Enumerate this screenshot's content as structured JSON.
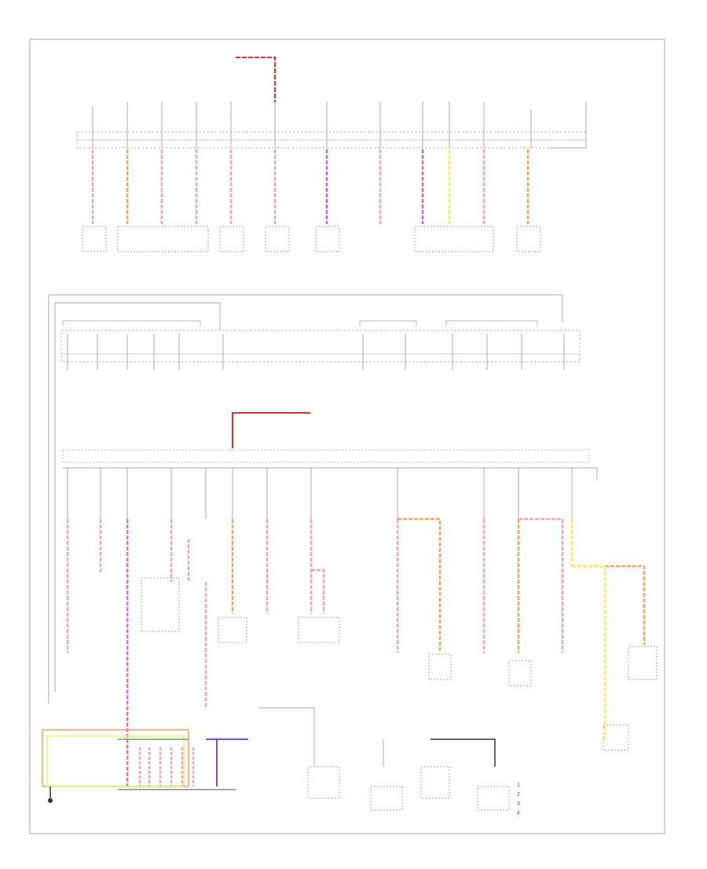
{
  "diagram": {
    "title": "",
    "wire_colors": {
      "pink": "#f4a6b4",
      "red": "#e03030",
      "orange": "#f4a460",
      "purple": "#b070d0",
      "yellow": "#f0f060",
      "green": "#66aa66",
      "violet_blue": "#7a4cf0",
      "magenta": "#f070c0",
      "black": "#333333",
      "gray": "#999999"
    },
    "legend": [
      {
        "marker": "1",
        "text": ""
      },
      {
        "marker": "2",
        "text": ""
      },
      {
        "marker": "3",
        "text": ""
      },
      {
        "marker": "4",
        "text": ""
      }
    ]
  }
}
